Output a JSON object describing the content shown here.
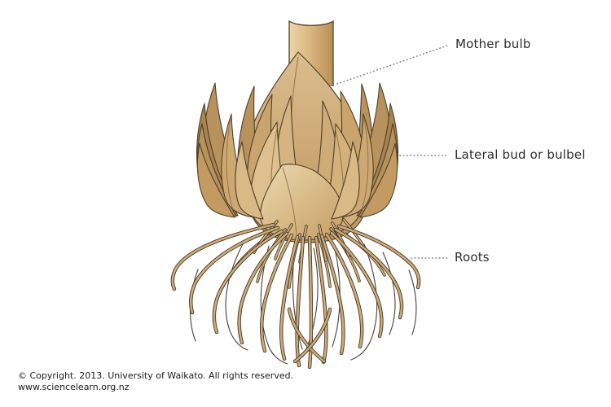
{
  "labels": {
    "mother_bulb": "Mother bulb",
    "lateral_bud": "Lateral bud or bulbel",
    "roots": "Roots"
  },
  "footer": {
    "line1": "© Copyright. 2013. University of Waikato. All rights reserved.",
    "line2": "www.sciencelearn.org.nz"
  },
  "colors": {
    "scale_lightest": "#ecd9b0",
    "scale_light": "#dcbc8e",
    "scale_mid": "#c9a46d",
    "scale_dark": "#b8925c",
    "scale_darkest": "#a98350",
    "outline": "#4f3f2a",
    "root_fill": "#ccab7a",
    "root_outline": "#45392a",
    "root_hair": "#44403a",
    "leader_line": "#767676",
    "label_text": "#2d2d2d"
  }
}
